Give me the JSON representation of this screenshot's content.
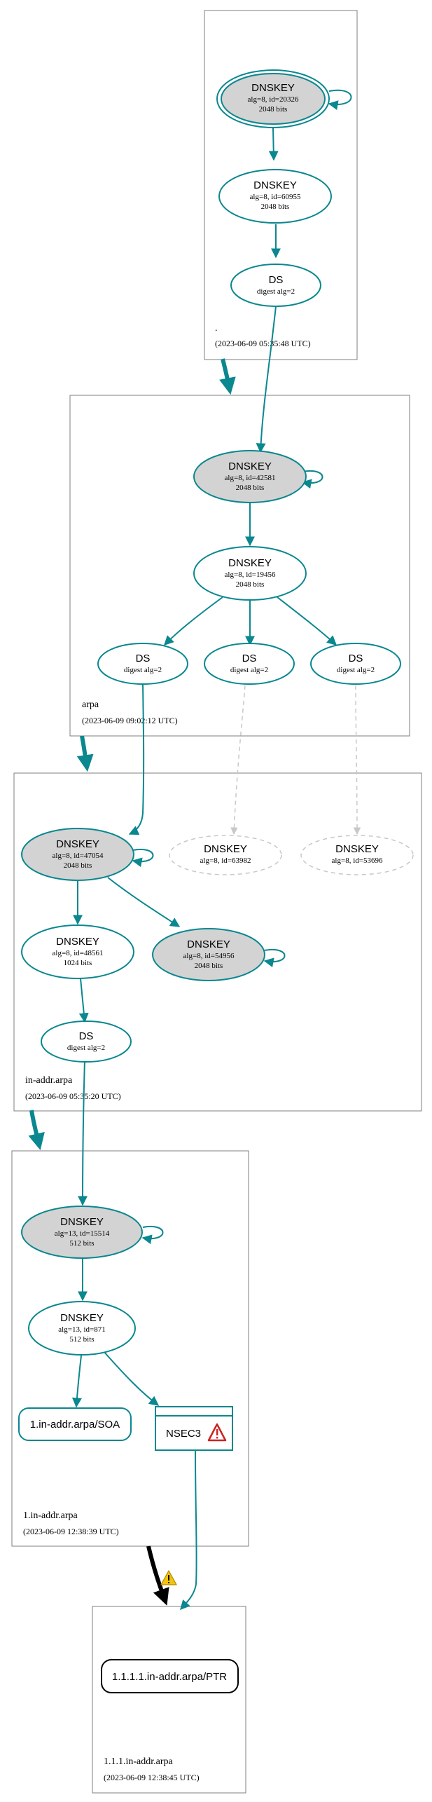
{
  "colors": {
    "teal": "#0a878f",
    "grey_node_fill": "#d3d3d3",
    "dashed_grey": "#c8c8c8",
    "zone_border": "#7f7f7f",
    "warning": "#cc2222",
    "warning_yellow": "#f2c40f"
  },
  "zones": {
    "root": {
      "name": ".",
      "timestamp": "(2023-06-09 05:35:48 UTC)"
    },
    "arpa": {
      "name": "arpa",
      "timestamp": "(2023-06-09 09:02:12 UTC)"
    },
    "in_addr_arpa": {
      "name": "in-addr.arpa",
      "timestamp": "(2023-06-09 05:35:20 UTC)"
    },
    "one_in_addr_arpa": {
      "name": "1.in-addr.arpa",
      "timestamp": "(2023-06-09 12:38:39 UTC)"
    },
    "one111_in_addr_arpa": {
      "name": "1.1.1.in-addr.arpa",
      "timestamp": "(2023-06-09 12:38:45 UTC)"
    }
  },
  "nodes": {
    "root_ksk": {
      "title": "DNSKEY",
      "line1": "alg=8, id=20326",
      "line2": "2048 bits"
    },
    "root_zsk": {
      "title": "DNSKEY",
      "line1": "alg=8, id=60955",
      "line2": "2048 bits"
    },
    "root_ds": {
      "title": "DS",
      "line1": "digest alg=2"
    },
    "arpa_ksk": {
      "title": "DNSKEY",
      "line1": "alg=8, id=42581",
      "line2": "2048 bits"
    },
    "arpa_zsk": {
      "title": "DNSKEY",
      "line1": "alg=8, id=19456",
      "line2": "2048 bits"
    },
    "arpa_ds1": {
      "title": "DS",
      "line1": "digest alg=2"
    },
    "arpa_ds2": {
      "title": "DS",
      "line1": "digest alg=2"
    },
    "arpa_ds3": {
      "title": "DS",
      "line1": "digest alg=2"
    },
    "inaddr_ksk": {
      "title": "DNSKEY",
      "line1": "alg=8, id=47054",
      "line2": "2048 bits"
    },
    "inaddr_missing1": {
      "title": "DNSKEY",
      "line1": "alg=8, id=63982"
    },
    "inaddr_missing2": {
      "title": "DNSKEY",
      "line1": "alg=8, id=53696"
    },
    "inaddr_zsk": {
      "title": "DNSKEY",
      "line1": "alg=8, id=48561",
      "line2": "1024 bits"
    },
    "inaddr_ksk2": {
      "title": "DNSKEY",
      "line1": "alg=8, id=54956",
      "line2": "2048 bits"
    },
    "inaddr_ds": {
      "title": "DS",
      "line1": "digest alg=2"
    },
    "one_ksk": {
      "title": "DNSKEY",
      "line1": "alg=13, id=15514",
      "line2": "512 bits"
    },
    "one_zsk": {
      "title": "DNSKEY",
      "line1": "alg=13, id=871",
      "line2": "512 bits"
    },
    "one_soa": {
      "label": "1.in-addr.arpa/SOA"
    },
    "one_nsec3": {
      "label": "NSEC3"
    },
    "ptr": {
      "label": "1.1.1.1.in-addr.arpa/PTR"
    }
  }
}
